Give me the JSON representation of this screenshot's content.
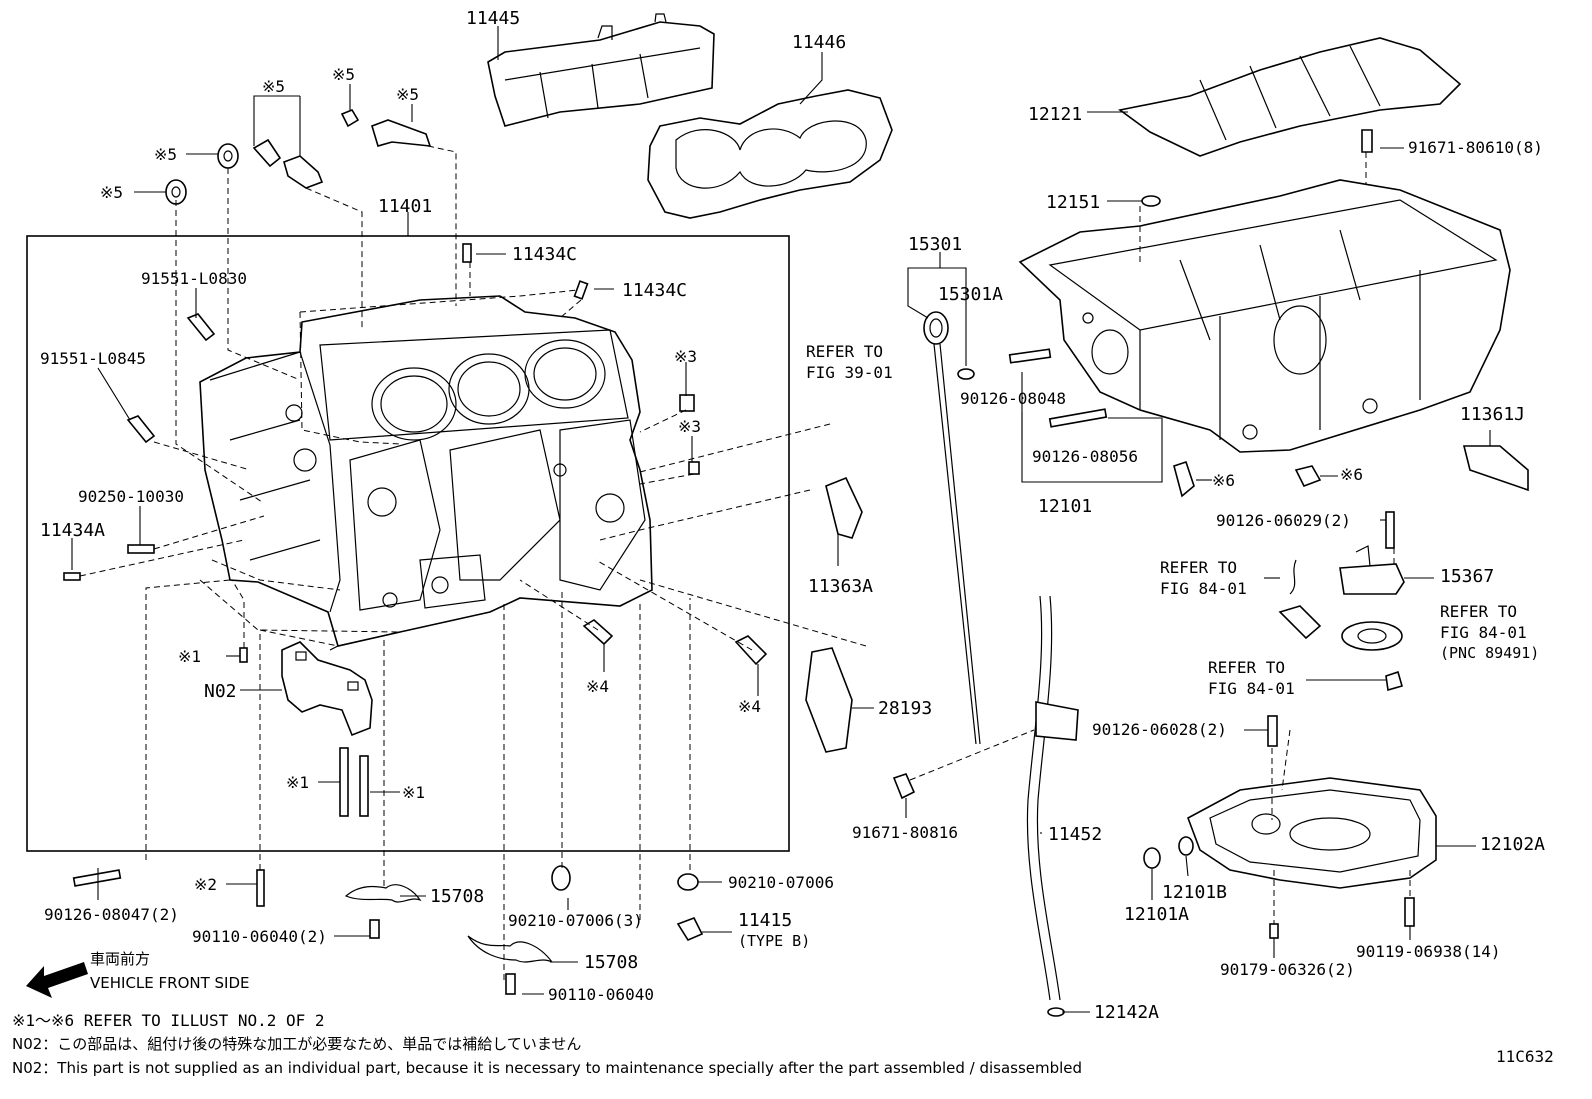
{
  "labels": {
    "p11445": "11445",
    "p11446": "11446",
    "p12121": "12121",
    "p91671_80610": "91671-80610(8)",
    "p12151": "12151",
    "p11401": "11401",
    "p15301": "15301",
    "p15301A": "15301A",
    "p11434C_a": "11434C",
    "p11434C_b": "11434C",
    "p91551_L0830": "91551-L0830",
    "p91551_L0845": "91551-L0845",
    "p90250_10030": "90250-10030",
    "p11434A": "11434A",
    "refer_fig39": "REFER TO\nFIG 39-01",
    "p11363A": "11363A",
    "p90126_08048": "90126-08048",
    "p90126_08056": "90126-08056",
    "p12101": "12101",
    "p11361J": "11361J",
    "p90126_06029": "90126-06029(2)",
    "refer_fig84_a": "REFER TO\nFIG 84-01",
    "p15367": "15367",
    "refer_fig84_b": "REFER TO\nFIG 84-01\n(PNC 89491)",
    "refer_fig84_c": "REFER TO\nFIG 84-01",
    "p90126_06028": "90126-06028(2)",
    "pN02": "N02",
    "p28193": "28193",
    "p91671_80816": "91671-80816",
    "p11452": "11452",
    "p12102A": "12102A",
    "p12101B": "12101B",
    "p12101A": "12101A",
    "p90179_06326": "90179-06326(2)",
    "p90119_06938": "90119-06938(14)",
    "p12142A": "12142A",
    "p90126_08047": "90126-08047(2)",
    "p90110_06040_2": "90110-06040(2)",
    "p15708_a": "15708",
    "p15708_b": "15708",
    "p90110_06040": "90110-06040",
    "p90210_07006_3": "90210-07006(3)",
    "p90210_07006": "90210-07006",
    "p11415": "11415",
    "p11415_type": "(TYPE B)",
    "m5a": "※5",
    "m5b": "※5",
    "m5c": "※5",
    "m5d": "※5",
    "m5e": "※5",
    "m3a": "※3",
    "m3b": "※3",
    "m1a": "※1",
    "m1b": "※1",
    "m1c": "※1",
    "m2": "※2",
    "m4a": "※4",
    "m4b": "※4",
    "m6a": "※6",
    "m6b": "※6"
  },
  "front": {
    "jp": "車両前方",
    "en": "VEHICLE FRONT SIDE"
  },
  "notes": {
    "line1": "※1～※6 REFER TO ILLUST NO.2 OF 2",
    "line2": "N02：この部品は、組付け後の特殊な加工が必要なため、単品では補給していません",
    "line3": "N02：This part is not supplied as an individual part, because it is necessary to maintenance specially after the part assembled / disassembled"
  },
  "figure_code": "11C632"
}
